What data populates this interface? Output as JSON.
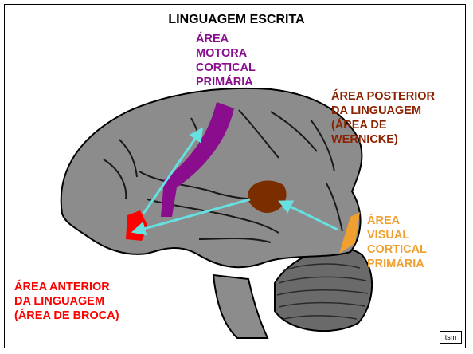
{
  "title": "LINGUAGEM ESCRITA",
  "labels": {
    "motor": [
      "ÁREA",
      "MOTORA",
      "CORTICAL",
      "PRIMÁRIA"
    ],
    "wernicke": [
      "ÁREA POSTERIOR",
      "DA LINGUAGEM",
      "(ÁREA DE",
      "WERNICKE)"
    ],
    "visual": [
      "ÁREA",
      "VISUAL",
      "CORTICAL",
      "PRIMÁRIA"
    ],
    "broca": [
      "ÁREA ANTERIOR",
      "DA LINGUAGEM",
      "(ÁREA DE BROCA)"
    ]
  },
  "badge": "tsm",
  "colors": {
    "motor": "#8a0d8e",
    "wernicke": "#8b2200",
    "wernicke_region": "#7a2e00",
    "visual": "#f0a030",
    "broca": "#ff0000",
    "cortex": "#8c8c8c",
    "cerebellum": "#6a6a6a",
    "arrow": "#66e0e0"
  }
}
